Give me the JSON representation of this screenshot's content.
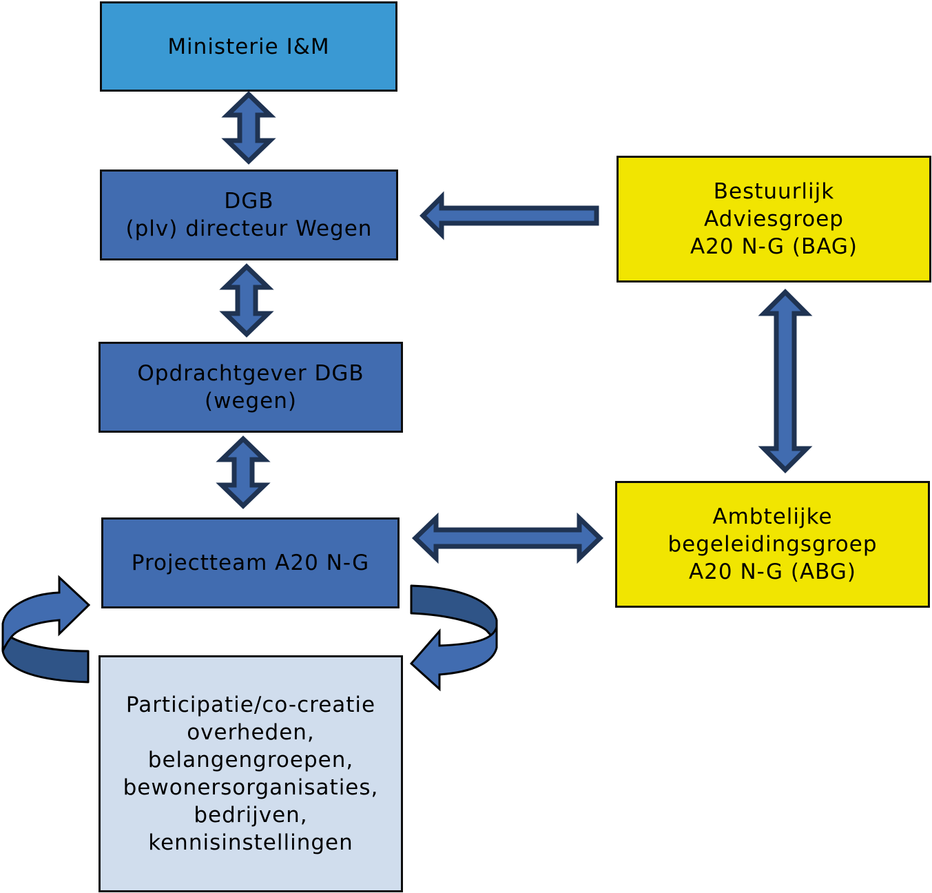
{
  "diagram": {
    "nodes": {
      "ministerie": {
        "lines": [
          "Ministerie I&M"
        ]
      },
      "dgb": {
        "lines": [
          "DGB",
          "(plv) directeur Wegen"
        ]
      },
      "opdrachtgever": {
        "lines": [
          "Opdrachtgever DGB",
          "(wegen)"
        ]
      },
      "projectteam": {
        "lines": [
          "Projectteam A20 N-G"
        ]
      },
      "participatie": {
        "lines": [
          "Participatie/co-creatie",
          "overheden,",
          "belangengroepen,",
          "bewonersorganisaties,",
          "bedrijven,",
          "kennisinstellingen"
        ]
      },
      "bag": {
        "lines": [
          "Bestuurlijk",
          "Adviesgroep",
          "A20 N-G (BAG)"
        ]
      },
      "abg": {
        "lines": [
          "Ambtelijke",
          "begeleidingsgroep",
          "A20 N-G (ABG)"
        ]
      }
    },
    "edges": [
      {
        "from": "ministerie",
        "to": "dgb",
        "type": "bidirectional"
      },
      {
        "from": "dgb",
        "to": "opdrachtgever",
        "type": "bidirectional"
      },
      {
        "from": "opdrachtgever",
        "to": "projectteam",
        "type": "bidirectional"
      },
      {
        "from": "bag",
        "to": "dgb",
        "type": "directed"
      },
      {
        "from": "bag",
        "to": "abg",
        "type": "bidirectional"
      },
      {
        "from": "projectteam",
        "to": "abg",
        "type": "bidirectional"
      },
      {
        "from": "projectteam",
        "to": "participatie",
        "type": "curved-cycle"
      },
      {
        "from": "participatie",
        "to": "projectteam",
        "type": "curved-cycle"
      }
    ],
    "colors": {
      "ministerie_fill": "#3a99d3",
      "dgb_fill": "#416cb0",
      "participatie_fill": "#d0dded",
      "advisory_fill": "#f1e501",
      "arrow_fill": "#416cb0",
      "arrow_outline": "#1f3352",
      "curve_dark": "#2f5487"
    }
  }
}
